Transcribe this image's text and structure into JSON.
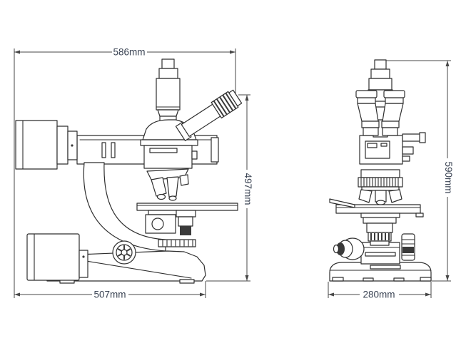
{
  "drawing": {
    "side_view": {
      "dimensions": {
        "overall_width": "586mm",
        "height": "497mm",
        "base_depth": "507mm"
      }
    },
    "front_view": {
      "dimensions": {
        "height": "590mm",
        "base_width": "280mm"
      }
    },
    "colors": {
      "line": "#2e2e2e",
      "dimension_line": "#474747",
      "label_text": "#3b4454",
      "background": "#ffffff"
    }
  }
}
